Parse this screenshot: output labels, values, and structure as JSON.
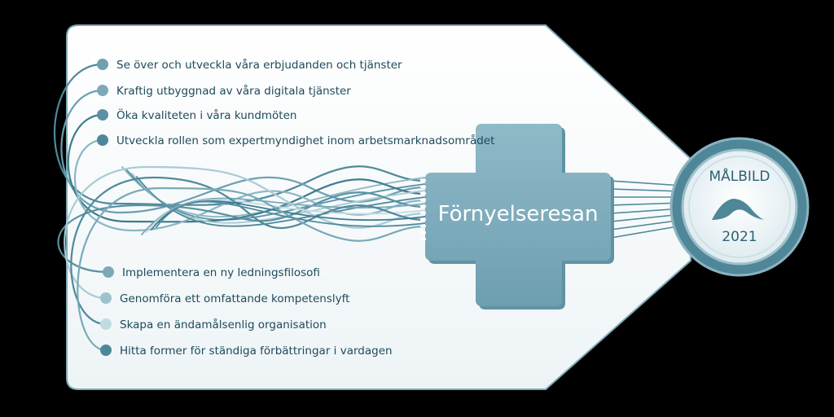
{
  "diagram": {
    "center_label": "Förnyelseresan",
    "badge": {
      "title": "MÅLBILD",
      "year": "2021",
      "logo_icon": "wave-logo-icon"
    },
    "top_goals": [
      {
        "label": "Se över och utveckla våra erbjudanden och tjänster",
        "dot_color": "#6f9fb0"
      },
      {
        "label": "Kraftig utbyggnad av våra digitala tjänster",
        "dot_color": "#7ea8b8"
      },
      {
        "label": "Öka kvaliteten i våra kundmöten",
        "dot_color": "#5c91a3"
      },
      {
        "label": "Utveckla rollen som expertmyndighet inom arbetsmarknadsområdet",
        "dot_color": "#4f8799"
      }
    ],
    "bottom_goals": [
      {
        "label": "Implementera en ny ledningsfilosofi",
        "dot_color": "#7ea8b8"
      },
      {
        "label": "Genomföra ett omfattande kompetenslyft",
        "dot_color": "#9fc1cc"
      },
      {
        "label": "Skapa en ändamålsenlig organisation",
        "dot_color": "#c2dae1"
      },
      {
        "label": "Hitta former för ständiga förbättringar i vardagen",
        "dot_color": "#4f8799"
      }
    ],
    "colors": {
      "background": "#000000",
      "panel": "#ffffff",
      "cross": "#82b0bf",
      "lines": "#4f8a9c",
      "badge_ring": "#4f8799",
      "text": "#1e4a5c"
    }
  }
}
